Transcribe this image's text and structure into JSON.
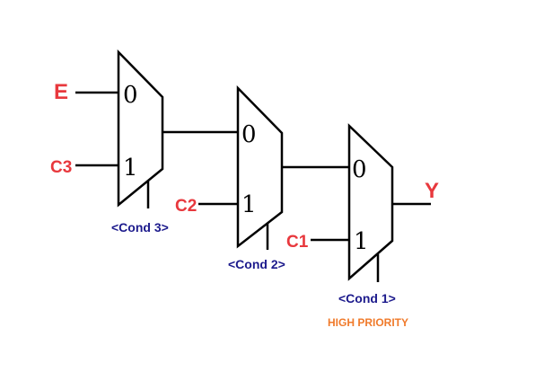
{
  "signals": {
    "E": "E",
    "C3": "C3",
    "C2": "C2",
    "C1": "C1",
    "Y": "Y"
  },
  "muxes": [
    {
      "id": "mux3",
      "in0_label": "0",
      "in1_label": "1",
      "select_label": "<Cond 3>"
    },
    {
      "id": "mux2",
      "in0_label": "0",
      "in1_label": "1",
      "select_label": "<Cond 2>"
    },
    {
      "id": "mux1",
      "in0_label": "0",
      "in1_label": "1",
      "select_label": "<Cond 1>"
    }
  ],
  "priority_note": "HIGH PRIORITY",
  "colors": {
    "signal": "#e8383d",
    "condition": "#1c1a8c",
    "priority": "#f07a2a",
    "wire": "#000000"
  }
}
